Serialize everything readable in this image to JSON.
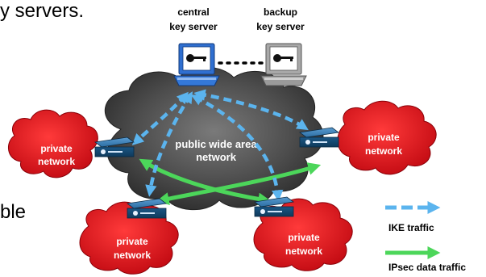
{
  "slide_fragments": {
    "top_text": "y servers.",
    "left_text": "ble"
  },
  "servers": {
    "central": {
      "line1": "central",
      "line2": "key server"
    },
    "backup": {
      "line1": "backup",
      "line2": "key server"
    }
  },
  "wan": {
    "line1": "public wide area",
    "line2": "network"
  },
  "private_networks": [
    {
      "line1": "private",
      "line2": "network"
    },
    {
      "line1": "private",
      "line2": "network"
    },
    {
      "line1": "private",
      "line2": "network"
    },
    {
      "line1": "private",
      "line2": "network"
    }
  ],
  "legend": {
    "ike": "IKE traffic",
    "ipsec": "IPsec data traffic"
  },
  "colors": {
    "ike_arrow": "#5bb4ee",
    "ipsec_arrow": "#4cd65a",
    "private_cloud": "#e8141c",
    "wan_cloud": "#4a4a4a",
    "router": "#1f5f8f",
    "central_server": "#3478d8",
    "backup_server": "#9a9a9a"
  }
}
